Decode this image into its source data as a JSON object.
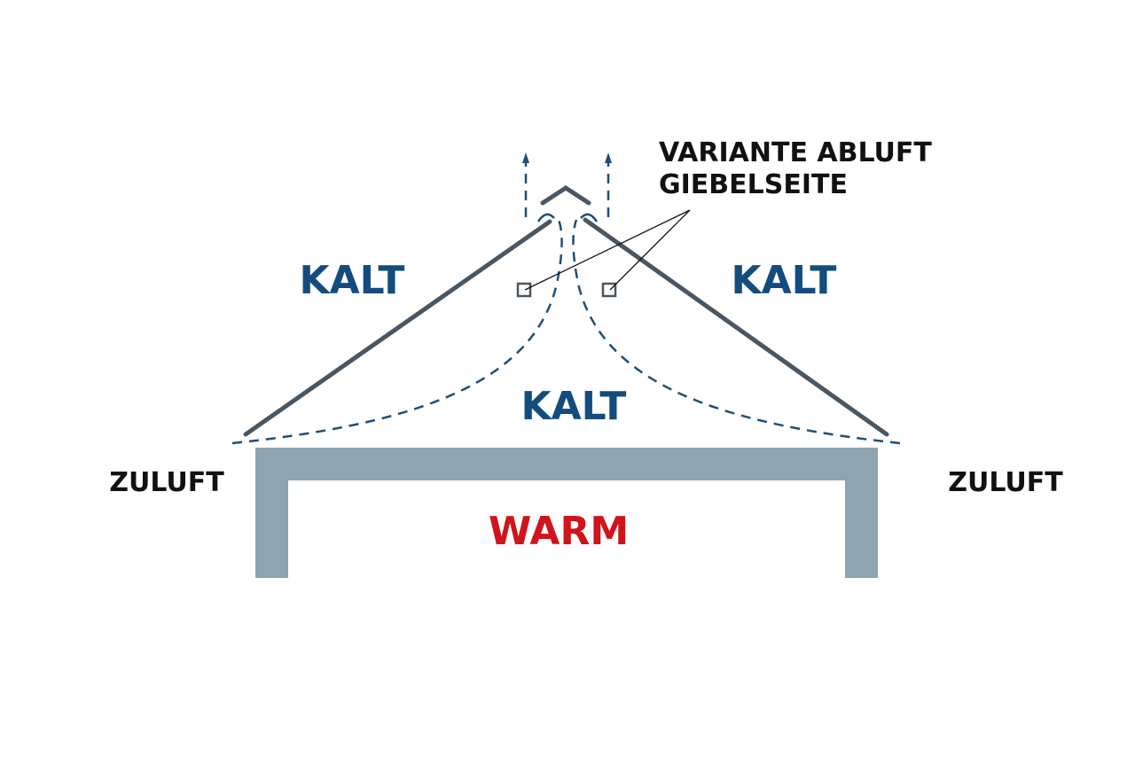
{
  "labels": {
    "cold_left": "KALT",
    "cold_right": "KALT",
    "cold_center": "KALT",
    "warm": "WARM",
    "supply_left": "ZULUFT",
    "supply_right": "ZULUFT",
    "variant_line1": "VARIANTE ABLUFT",
    "variant_line2": "GIEBELSEITE"
  },
  "colors": {
    "cold": "#134c7e",
    "warm": "#d0141c",
    "wall": "#8fa3b1",
    "roof": "#4a5762",
    "airflow": "#1f4e7a"
  }
}
